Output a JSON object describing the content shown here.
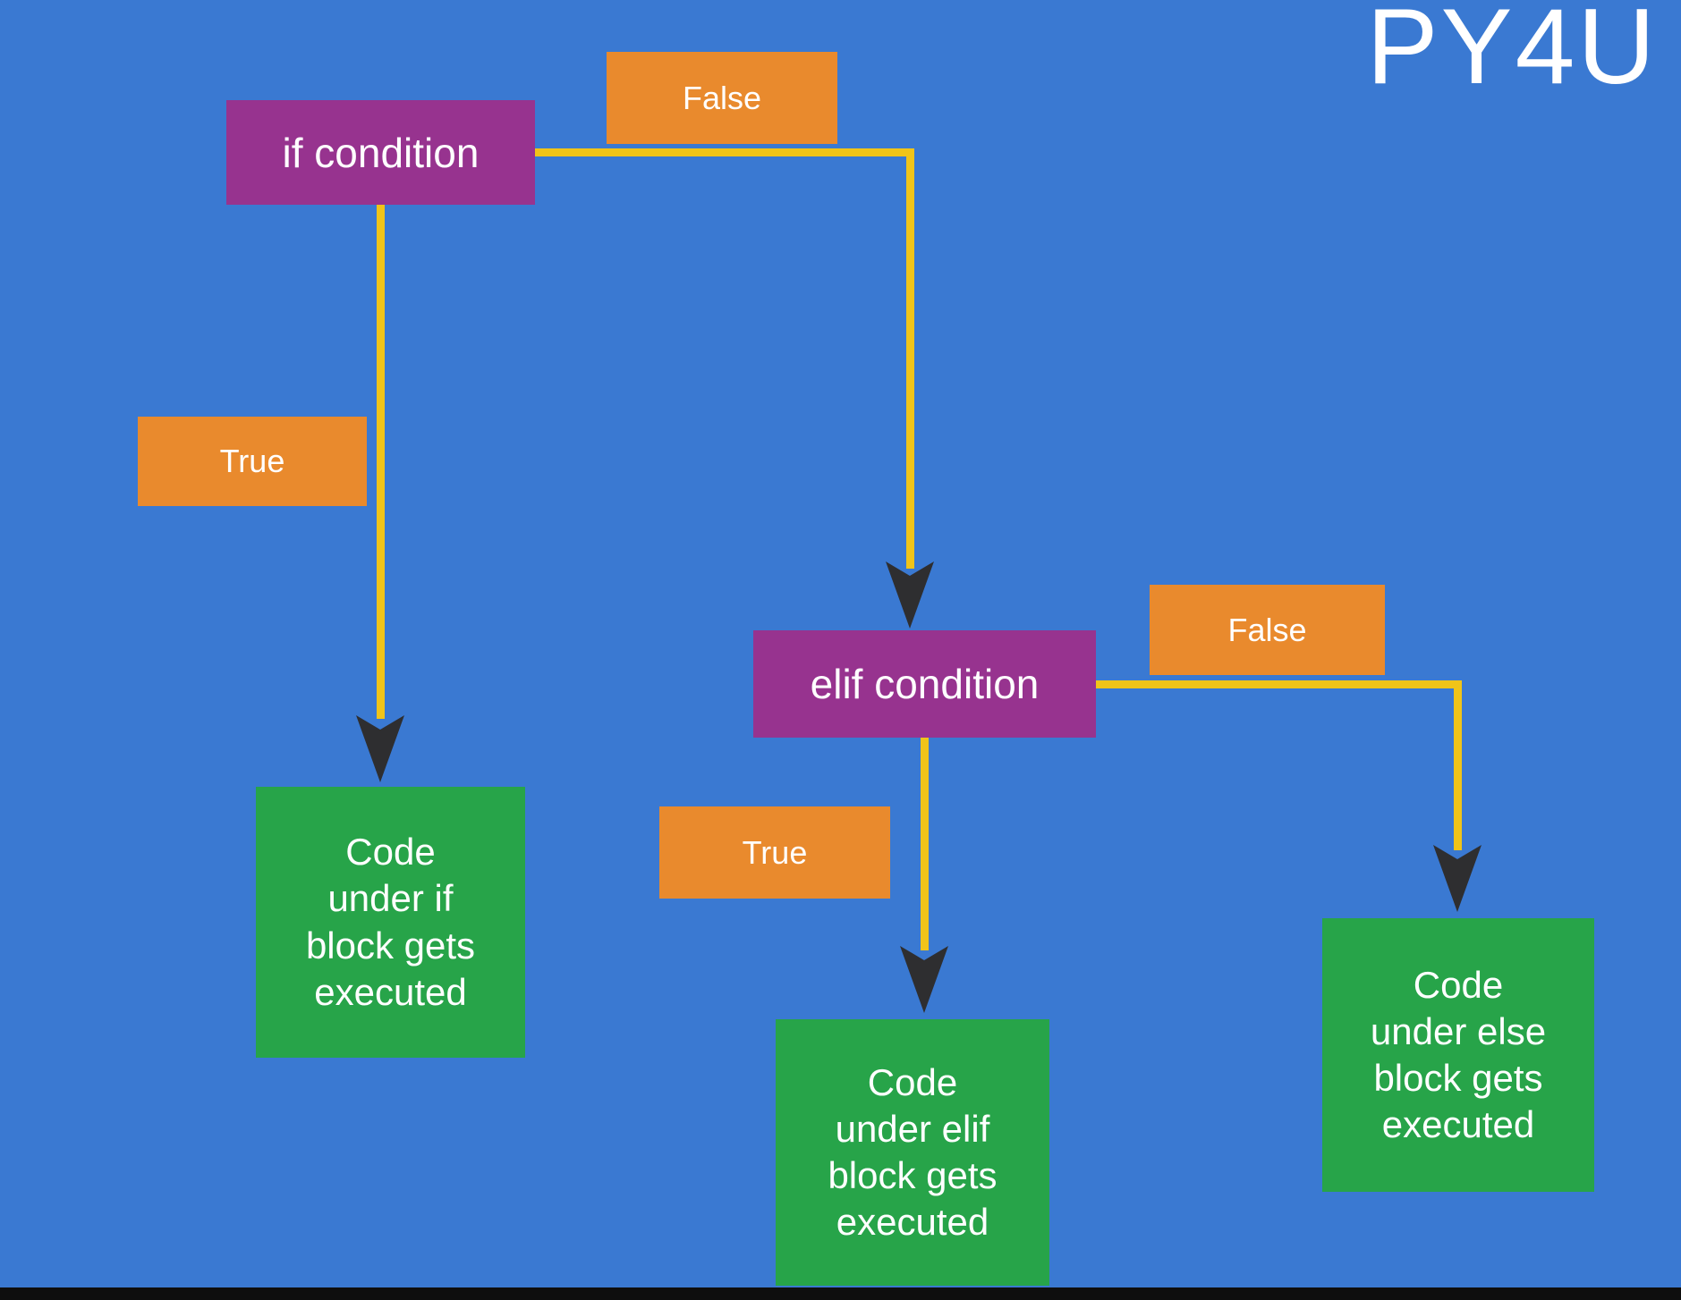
{
  "brand": "PY4U",
  "colors": {
    "background": "#3A79D2",
    "condition_node": "#97338F",
    "branch_label": "#E98A2D",
    "result_node": "#27A449",
    "connector": "#F0C419",
    "arrowhead": "#2E2E30",
    "text": "#FFFFFF",
    "bottom_bar": "#0E0E0E"
  },
  "nodes": {
    "if_condition": {
      "label": "if condition"
    },
    "elif_condition": {
      "label": "elif condition"
    },
    "code_if": {
      "label": "Code\nunder if\nblock gets\nexecuted"
    },
    "code_elif": {
      "label": "Code\nunder elif\nblock gets\nexecuted"
    },
    "code_else": {
      "label": "Code\nunder else\nblock gets\nexecuted"
    }
  },
  "branch_labels": {
    "if_false": "False",
    "if_true": "True",
    "elif_false": "False",
    "elif_true": "True"
  }
}
